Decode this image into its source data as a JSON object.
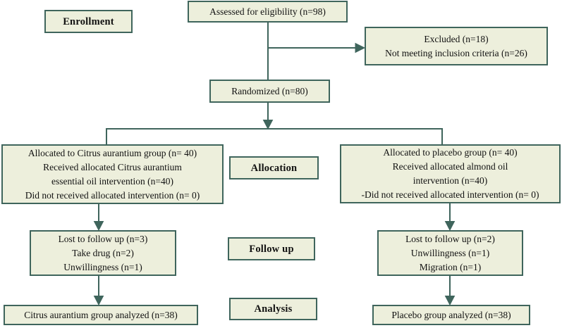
{
  "colors": {
    "box_fill": "#edefdc",
    "box_border": "#3f655c",
    "arrow": "#3f655c",
    "text": "#111111"
  },
  "stage_labels": {
    "enrollment": "Enrollment",
    "allocation": "Allocation",
    "follow_up": "Follow up",
    "analysis": "Analysis"
  },
  "flow": {
    "assessed": "Assessed for eligibility (n=98)",
    "excluded_lines": [
      "Excluded (n=18)",
      "Not meeting inclusion criteria (n=26)"
    ],
    "randomized": "Randomized (n=80)",
    "allocation_left_lines": [
      "Allocated to Citrus aurantium group (n= 40)",
      "Received allocated Citrus aurantium",
      "essential oil intervention (n=40)",
      "Did not received allocated intervention (n= 0)"
    ],
    "allocation_right_lines": [
      "Allocated to placebo group (n= 40)",
      "Received allocated almond oil",
      "intervention (n=40)",
      "-Did not received allocated intervention (n= 0)"
    ],
    "followup_left_lines": [
      "Lost to follow up (n=3)",
      "Take drug (n=2)",
      "Unwillingness (n=1)"
    ],
    "followup_right_lines": [
      "Lost to follow up (n=2)",
      "Unwillingness (n=1)",
      "Migration (n=1)"
    ],
    "analysis_left": "Citrus aurantium group analyzed (n=38)",
    "analysis_right": "Placebo group analyzed (n=38)"
  }
}
